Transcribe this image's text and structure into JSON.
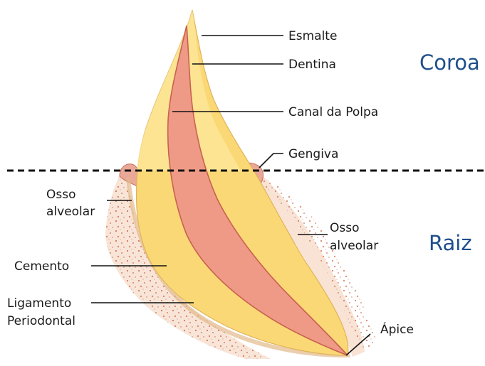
{
  "regions": {
    "crown": "Coroa",
    "root": "Raiz"
  },
  "labels": {
    "enamel": "Esmalte",
    "dentin": "Dentina",
    "pulp_canal": "Canal da Polpa",
    "gum": "Gengiva",
    "alveolar_bone_left_1": "Osso",
    "alveolar_bone_left_2": "alveolar",
    "alveolar_bone_right_1": "Osso",
    "alveolar_bone_right_2": "alveolar",
    "cementum": "Cemento",
    "ligament_1": "Ligamento",
    "ligament_2": "Periodontal",
    "apex": "Ápice"
  },
  "colors": {
    "dentin": "#fbd876",
    "enamel": "#fce79b",
    "pulp": "#ef9a86",
    "bone_tint": "#f6dccb",
    "bone_speckle": "#d4785a",
    "gum": "#e9a898",
    "region_text": "#1f4f8c"
  }
}
